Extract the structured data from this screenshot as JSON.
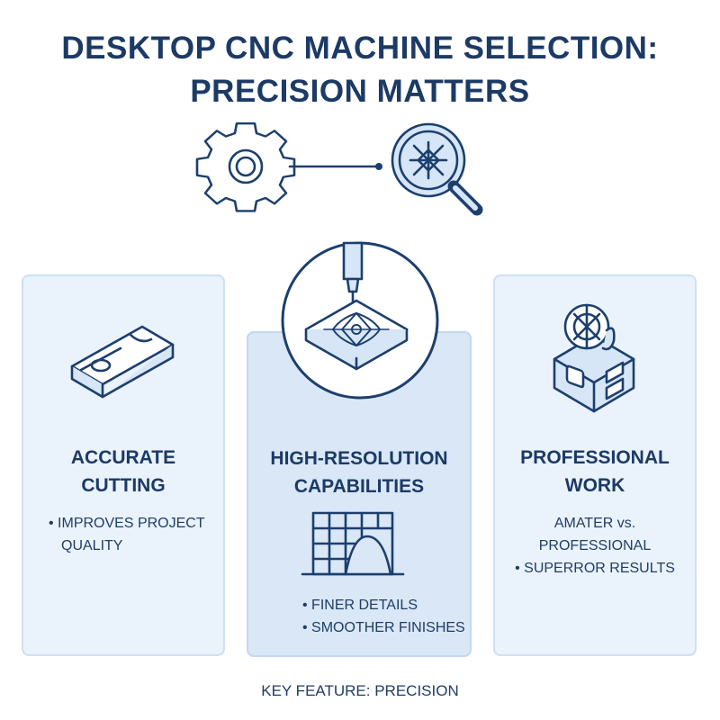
{
  "title": {
    "line1": "DESKTOP CNC MACHINE SELECTION:",
    "line2": "PRECISION MATTERS"
  },
  "hero_icons": [
    "gear-icon",
    "magnifier-icon"
  ],
  "cards": [
    {
      "title_line1": "ACCURATE",
      "title_line2": "CUTTING",
      "icon": "cut-board-icon",
      "bullets": [
        "• IMPROVES PROJECT",
        "QUALITY"
      ]
    },
    {
      "title_line1": "HIGH-RESOLUTION",
      "title_line2": "CAPABILITIES",
      "icon": "cnc-engraving-icon",
      "bullets": [
        "• FINER DETAILS",
        "• SMOOTHER FINISHES"
      ]
    },
    {
      "title_line1": "PROFESSIONAL",
      "title_line2": "WORK",
      "icon": "professional-part-icon",
      "bullets": [
        "AMATER vs.",
        "PROFESSIONAL",
        "• SUPERROR RESULTS"
      ]
    }
  ],
  "footer": "KEY FEATURE: PRECISION",
  "colors": {
    "primary": "#1c3a66",
    "card_bg": "#eaf2fb",
    "card_highlight": "#d9e7f7",
    "accent_light": "#d6e6f7"
  }
}
